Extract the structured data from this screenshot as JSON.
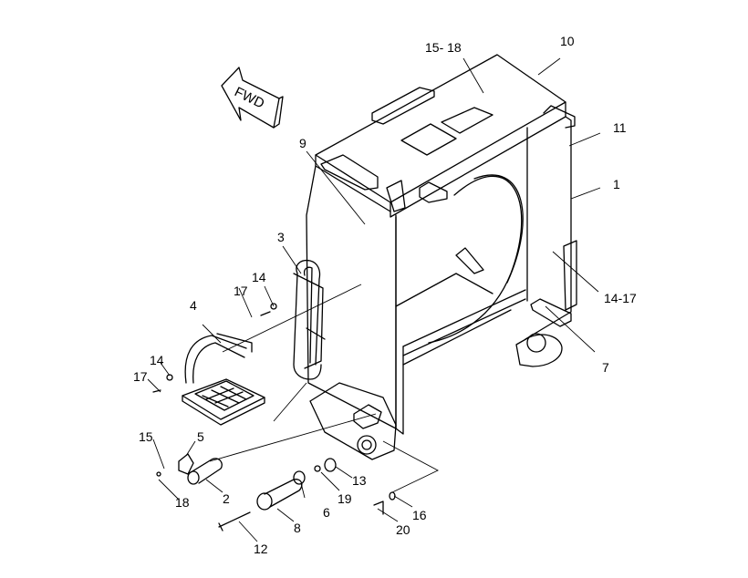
{
  "diagram": {
    "fwd_label": "FWD",
    "callouts": {
      "c1": "1",
      "c2": "2",
      "c3": "3",
      "c4": "4",
      "c5": "5",
      "c6": "6",
      "c7": "7",
      "c8": "8",
      "c9": "9",
      "c10": "10",
      "c11": "11",
      "c12": "12",
      "c13": "13",
      "c14a": "14",
      "c14b": "14",
      "c14_17": "14-17",
      "c15": "15",
      "c15_18": "15- 18",
      "c16": "16",
      "c17a": "17",
      "c17b": "17",
      "c18": "18",
      "c19": "19",
      "c20": "20"
    }
  }
}
